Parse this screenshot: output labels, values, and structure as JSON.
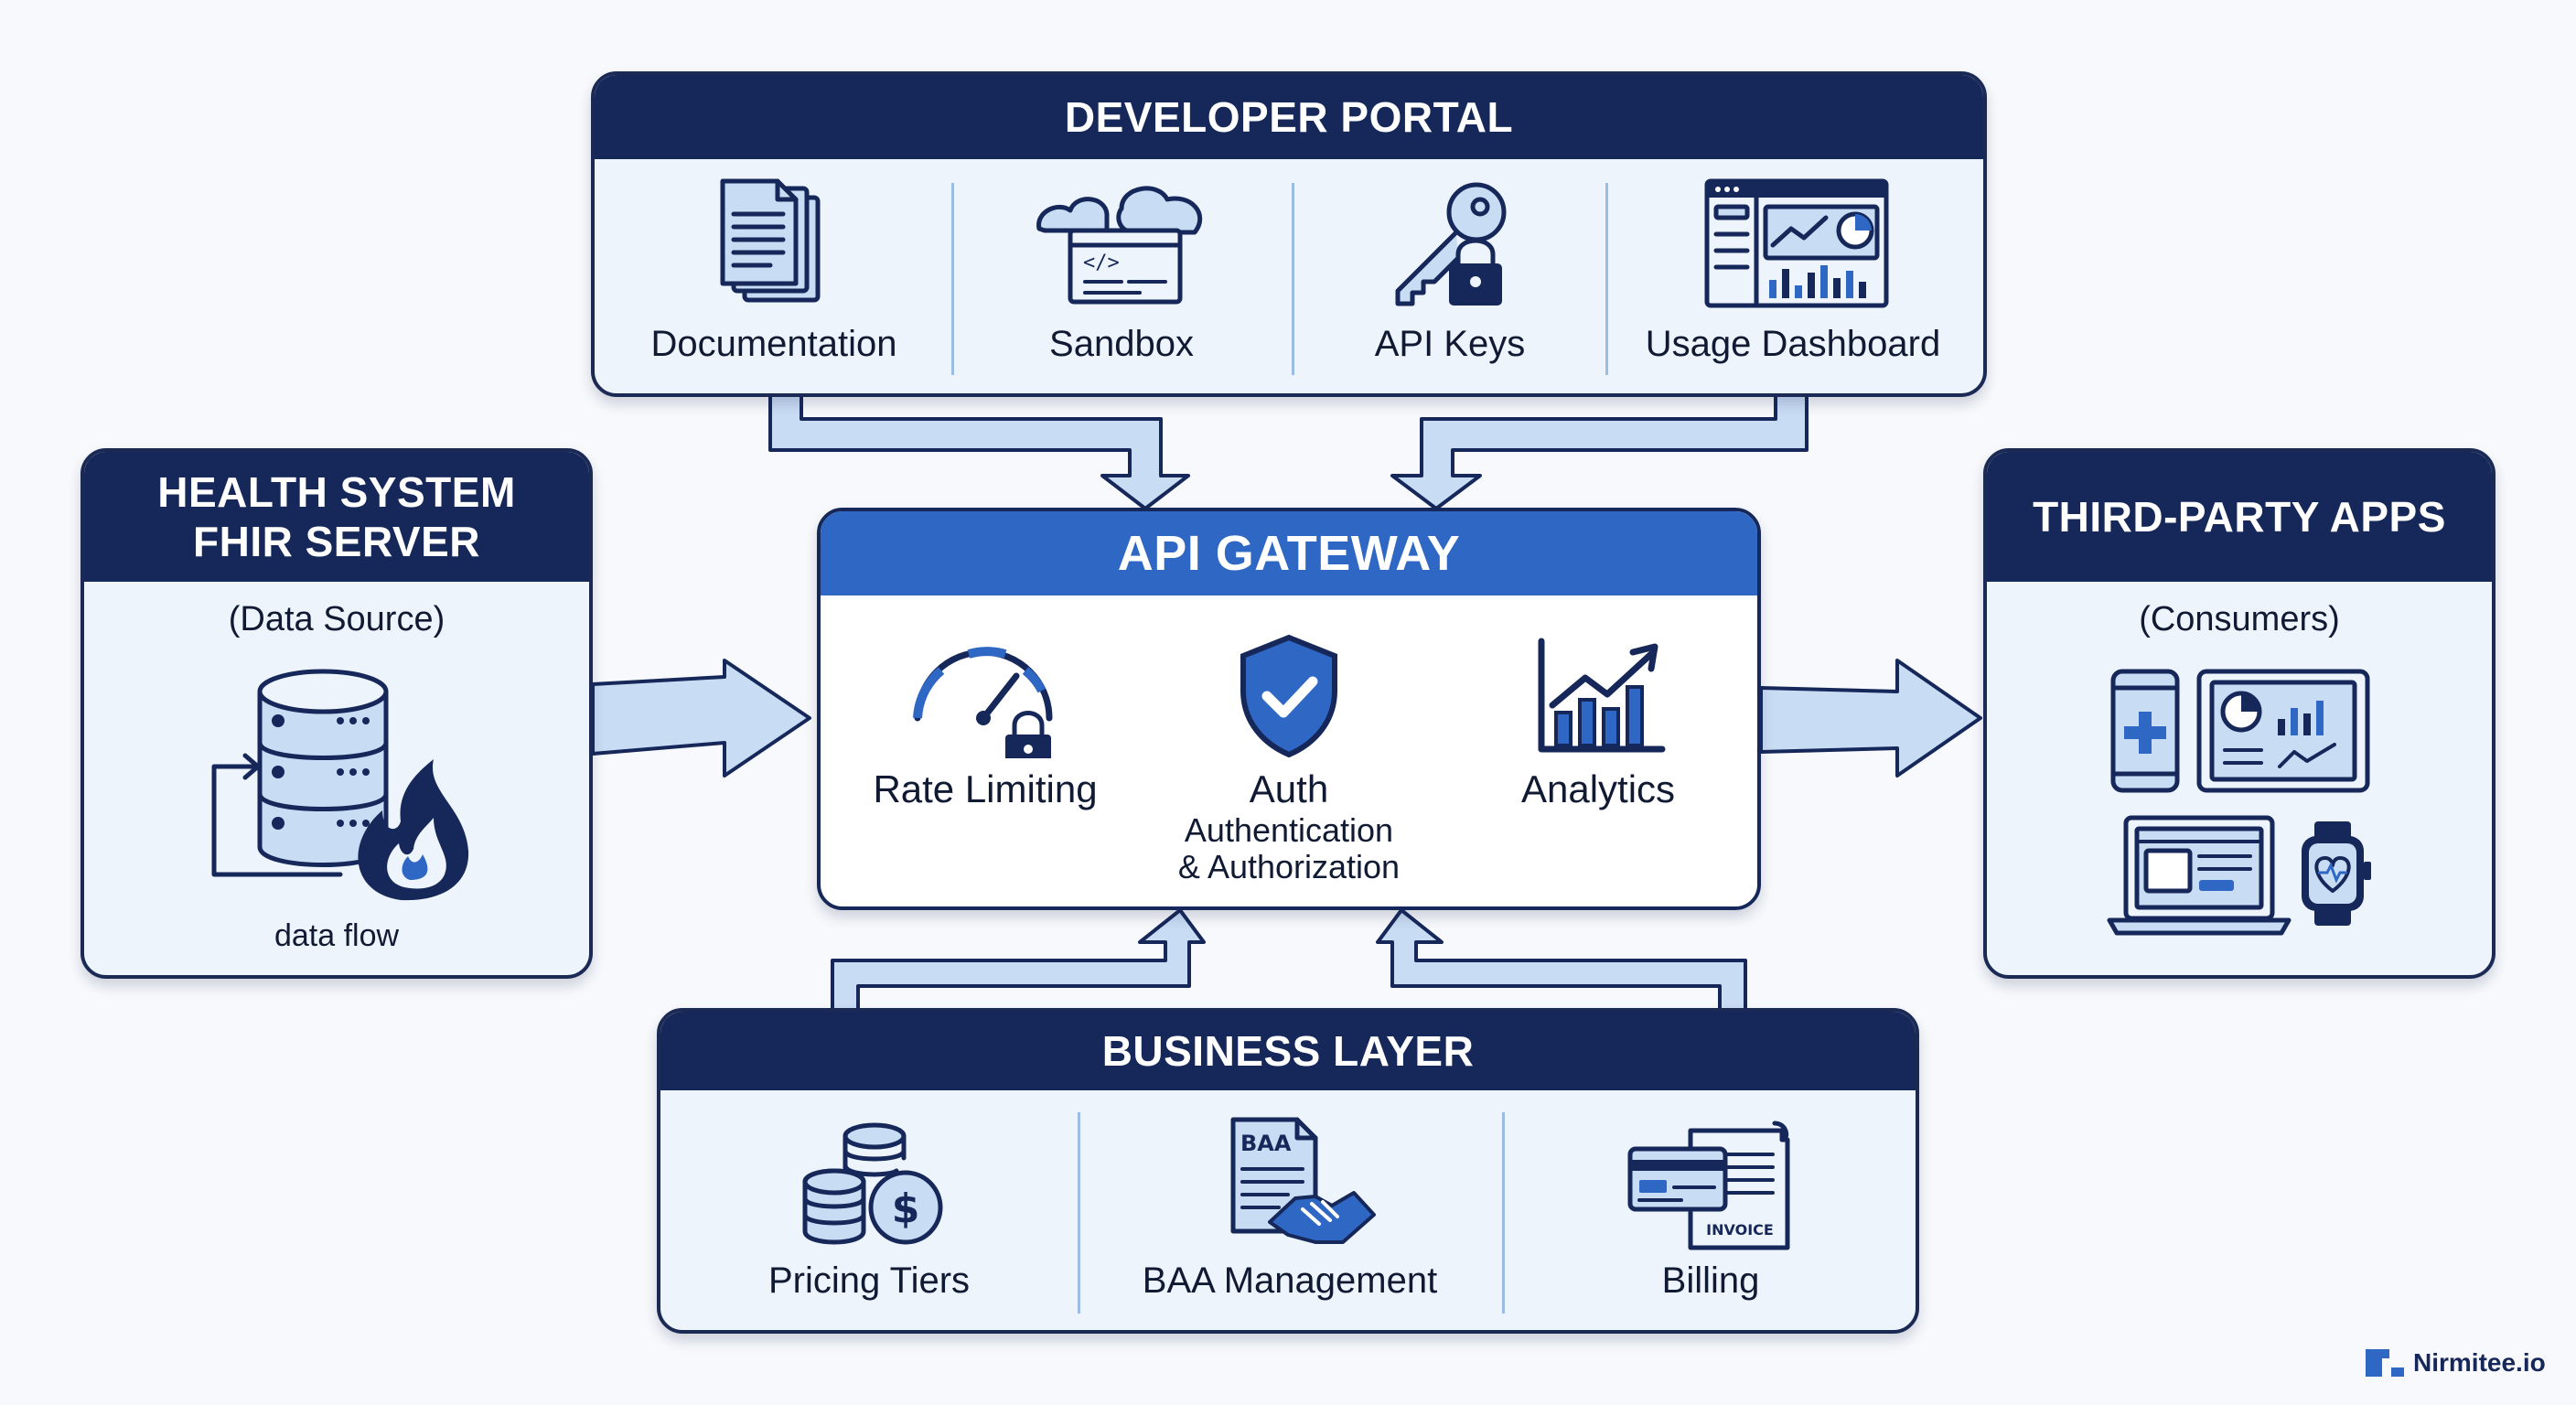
{
  "developer_portal": {
    "title": "DEVELOPER PORTAL",
    "items": [
      {
        "label": "Documentation",
        "icon": "documents-icon"
      },
      {
        "label": "Sandbox",
        "icon": "cloud-code-icon"
      },
      {
        "label": "API Keys",
        "icon": "key-lock-icon"
      },
      {
        "label": "Usage Dashboard",
        "icon": "dashboard-icon"
      }
    ]
  },
  "health_system": {
    "title_line1": "HEALTH SYSTEM",
    "title_line2": "FHIR SERVER",
    "subtitle": "(Data Source)",
    "caption": "data flow"
  },
  "api_gateway": {
    "title": "API GATEWAY",
    "items": [
      {
        "label": "Rate Limiting",
        "icon": "speedometer-lock-icon"
      },
      {
        "label": "Auth",
        "sub1": "Authentication",
        "sub2": "& Authorization",
        "icon": "shield-check-icon"
      },
      {
        "label": "Analytics",
        "icon": "bar-chart-trend-icon"
      }
    ]
  },
  "third_party": {
    "title": "THIRD-PARTY APPS",
    "subtitle": "(Consumers)"
  },
  "business_layer": {
    "title": "BUSINESS LAYER",
    "items": [
      {
        "label": "Pricing Tiers",
        "icon": "coins-dollar-icon"
      },
      {
        "label": "BAA Management",
        "icon": "baa-handshake-icon",
        "doc_text": "BAA"
      },
      {
        "label": "Billing",
        "icon": "invoice-card-icon",
        "doc_text": "INVOICE"
      }
    ]
  },
  "brand": {
    "name": "Nirmitee.io"
  },
  "colors": {
    "navy": "#16285a",
    "blue": "#2f67c4",
    "light": "#c8dcf4",
    "panel": "#eef4fc"
  }
}
